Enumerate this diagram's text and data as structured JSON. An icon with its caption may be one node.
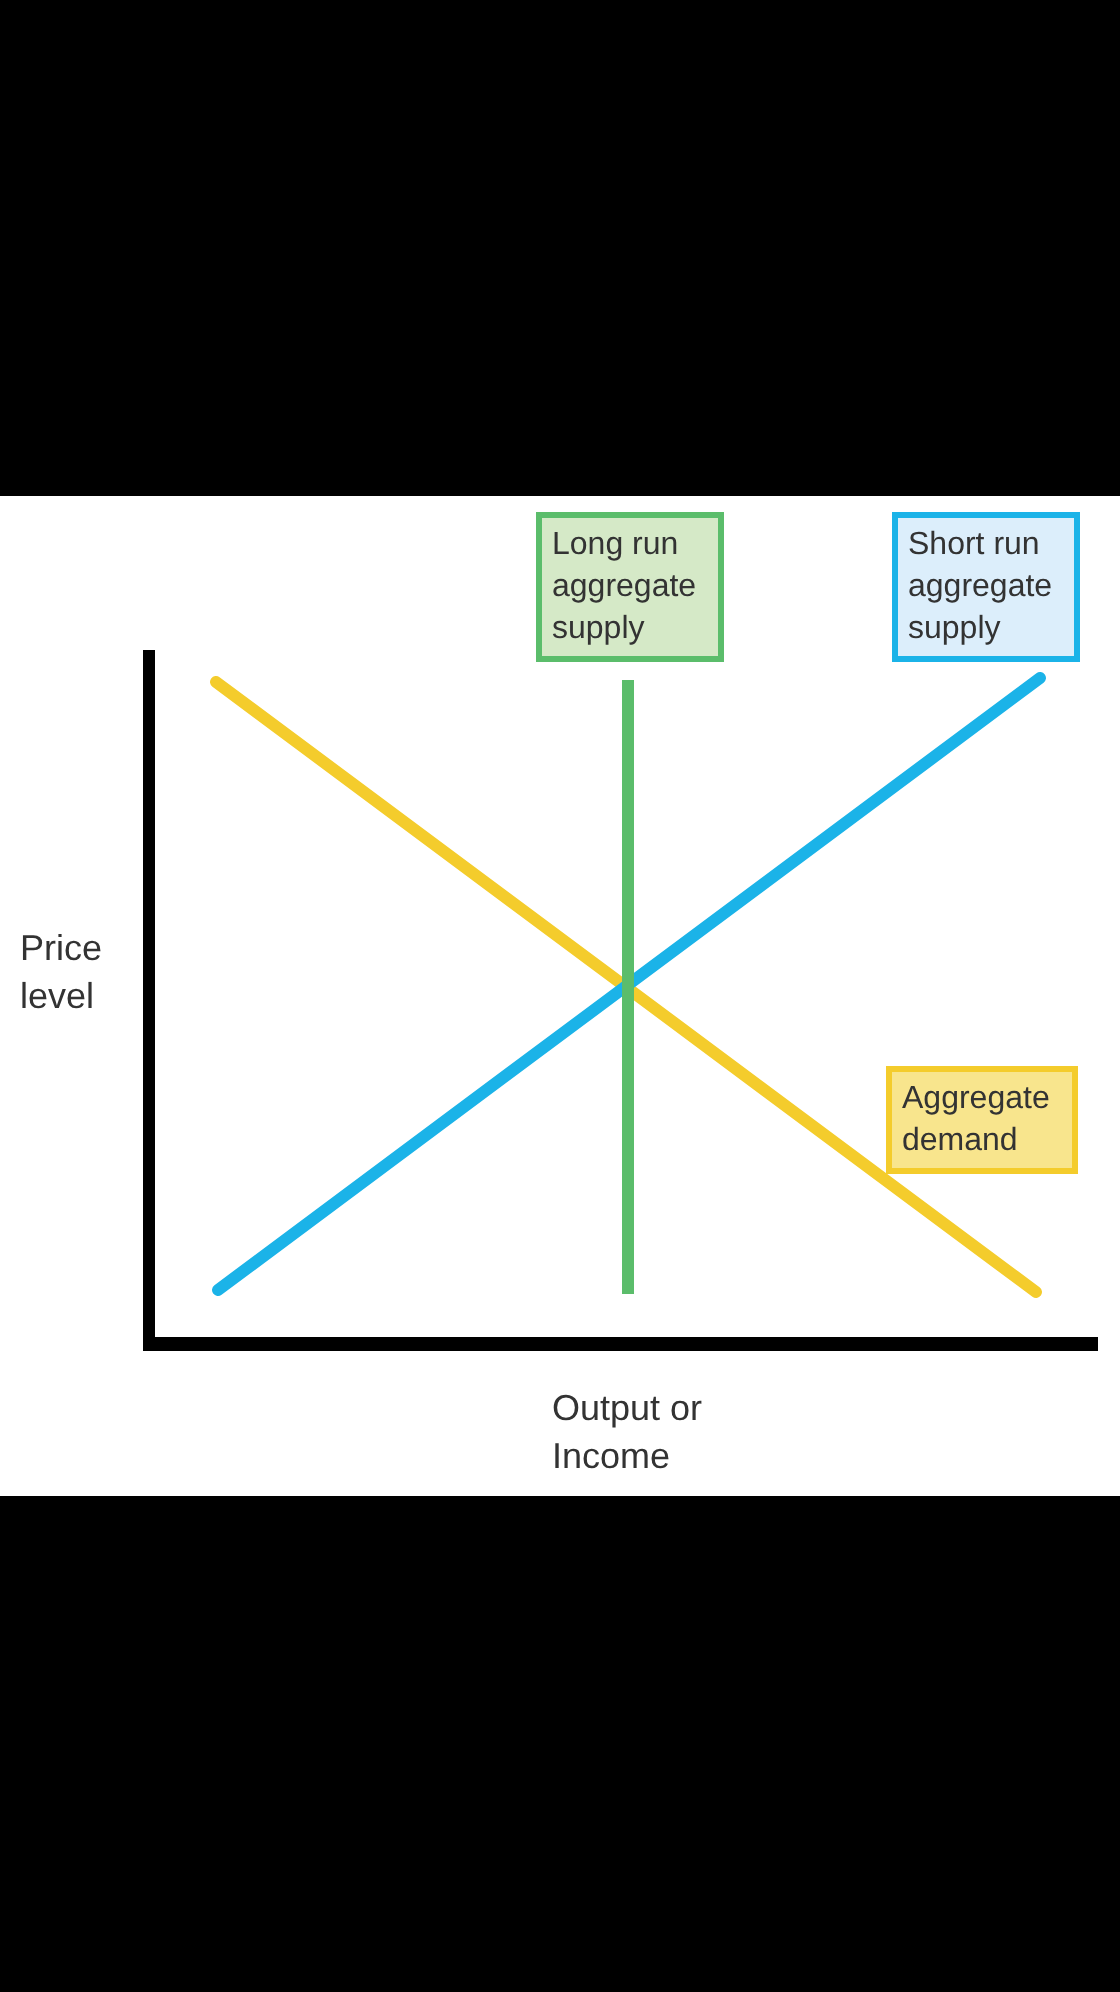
{
  "diagram": {
    "nodes": [
      {
        "text": [
          "Long run aggregate supply"
        ]
      },
      {
        "text": [
          "Short run aggregate supply"
        ]
      },
      {
        "text": [
          "Aggregate demand"
        ]
      }
    ],
    "labels": [
      "Price level",
      "Output or Income"
    ]
  }
}
